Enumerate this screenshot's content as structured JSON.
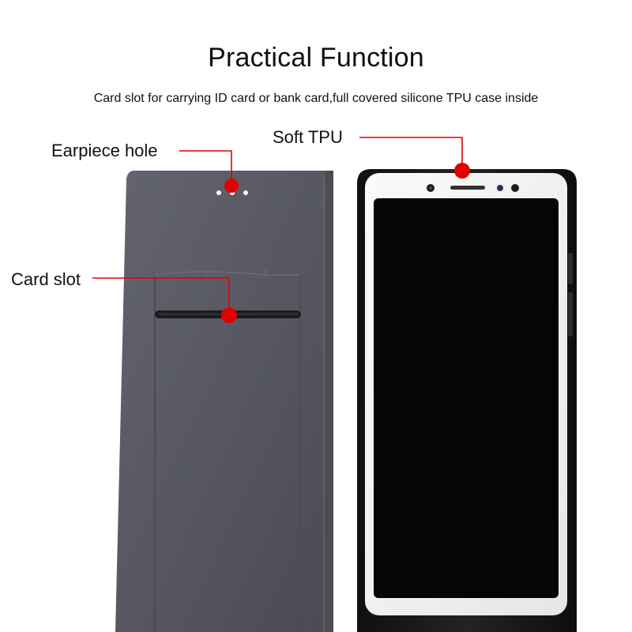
{
  "header": {
    "title": "Practical Function",
    "subtitle": "Card slot for carrying ID card or bank card,full covered silicone TPU case inside"
  },
  "callouts": {
    "earpiece_label": "Earpiece hole",
    "tpu_label": "Soft TPU",
    "card_slot_label": "Card slot"
  },
  "colors": {
    "marker": "#e00000",
    "leader_line": "#e60000",
    "case_gray": "#56575f",
    "tpu_black": "#1a1a1a",
    "phone_white": "#f2f2f2",
    "screen": "#050505"
  }
}
